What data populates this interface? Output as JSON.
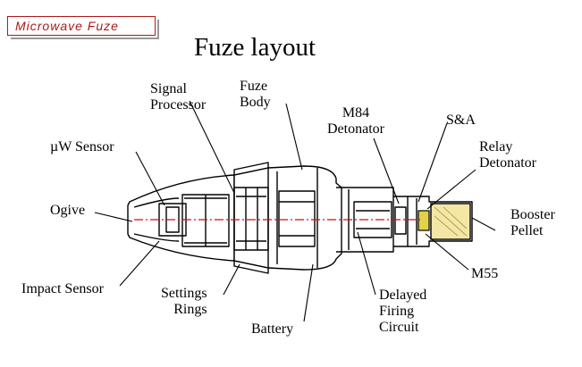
{
  "badge": "Microwave Fuze",
  "title": "Fuze layout",
  "labels": {
    "signal_processor": [
      "Signal",
      "Processor"
    ],
    "fuze_body": [
      "Fuze",
      "Body"
    ],
    "m84_detonator": [
      "M84",
      "Detonator"
    ],
    "s_and_a": "S&A",
    "relay_detonator": [
      "Relay",
      "Detonator"
    ],
    "uw_sensor": "µW Sensor",
    "ogive": "Ogive",
    "booster_pellet": [
      "Booster",
      "Pellet"
    ],
    "m55": "M55",
    "impact_sensor": "Impact Sensor",
    "settings_rings": [
      "Settings",
      "Rings"
    ],
    "battery": "Battery",
    "delayed_firing_circuit": [
      "Delayed",
      "Firing",
      "Circuit"
    ]
  },
  "colors": {
    "badge_border": "#b01818",
    "axis_line": "#cc1111",
    "booster_fill": "#f4e7a6",
    "relay_fill": "#e2d24a"
  }
}
